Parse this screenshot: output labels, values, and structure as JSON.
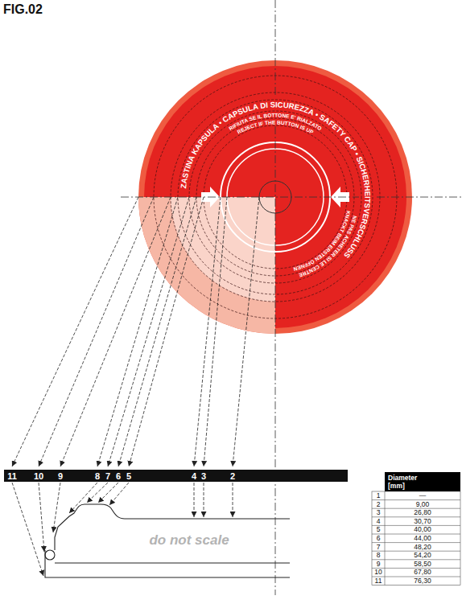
{
  "diagram": {
    "labels": [
      "FIG.02",
      "ZASTINA KAPSULA • CAPSULA DI SICUREZZA • SAFETY CAP • SICHERHEITSVERSCHLUSS",
      "RIFIUTA SE IL BOTTONE E' RIALZATO",
      "REJECT IF THE BUTTON IS UP",
      "NE PAS ACHETER SI LE CENTRE",
      "KNACKT BEIM ERSTEN ÖFFNEN",
      "11",
      "10",
      "9",
      "8",
      "7",
      "6",
      "5",
      "4",
      "3",
      "2",
      "do not scale",
      "Diameter [mm]",
      "1",
      "—",
      "2",
      "9,00",
      "3",
      "26,80",
      "4",
      "30,70",
      "5",
      "40,00",
      "6",
      "44,00",
      "7",
      "48,20",
      "8",
      "54,20",
      "9",
      "58,50",
      "10",
      "67,80",
      "11",
      "76,30"
    ]
  }
}
